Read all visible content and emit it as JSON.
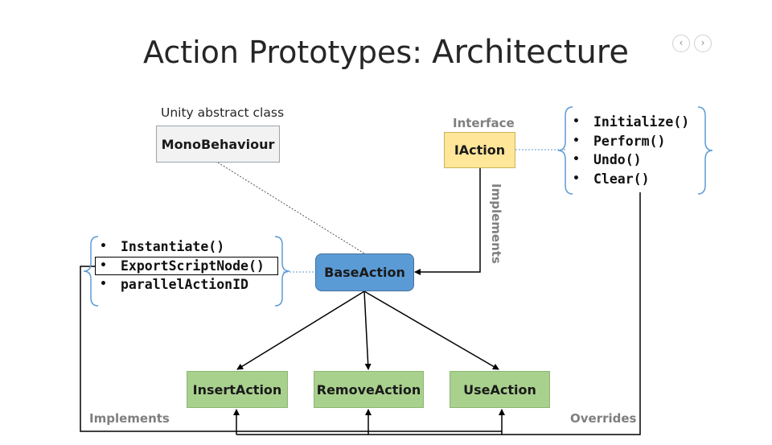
{
  "title": {
    "part1": "Action Prototypes: ",
    "part2": "Architecture"
  },
  "nav": {
    "prev_icon": "‹",
    "next_icon": "›"
  },
  "labels": {
    "unity_abstract": "Unity abstract class",
    "interface": "Interface",
    "implements_vertical": "Implements",
    "implements_bottom": "Implements",
    "overrides": "Overrides"
  },
  "classes": {
    "monobehaviour": "MonoBehaviour",
    "iaction": "IAction",
    "baseaction": "BaseAction",
    "insertaction": "InsertAction",
    "removeaction": "RemoveAction",
    "useaction": "UseAction"
  },
  "interface_methods": [
    "Initialize()",
    "Perform()",
    "Undo()",
    "Clear()"
  ],
  "base_members": [
    "Instantiate()",
    "ExportScriptNode()",
    "parallelActionID"
  ],
  "colors": {
    "mono_fill": "#f2f2f2",
    "mono_border": "#9aa4ae",
    "iaction_fill": "#ffe699",
    "iaction_border": "#c9b458",
    "base_fill": "#5b9bd5",
    "base_border": "#41719c",
    "green_fill": "#a9d18e",
    "green_border": "#8fb573",
    "brace": "#5b9bd5",
    "grey_label": "#7f7f7f"
  }
}
